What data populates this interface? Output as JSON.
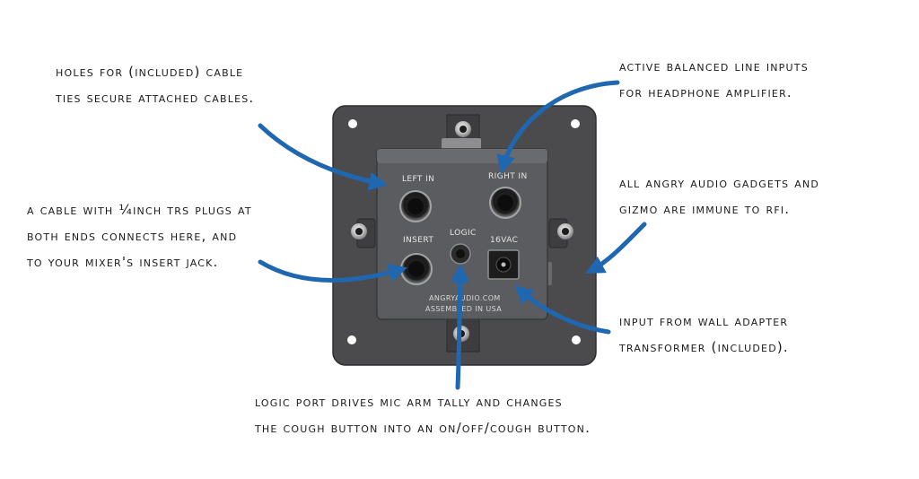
{
  "annotations": {
    "cable_ties": [
      "HOLES FOR (INCLUDED) CABLE",
      "TIES SECURE ATTACHED CABLES."
    ],
    "line_inputs": [
      "ACTIVE BALANCED LINE INPUTS",
      "FOR HEADPHONE AMPLIFIER."
    ],
    "rfi": [
      "ALL ANGRY AUDIO GADGETS AND",
      "GIZMO ARE IMMUNE TO RFI."
    ],
    "insert_cable": [
      "A CABLE WITH ¼INCH TRS PLUGS AT",
      "BOTH ENDS CONNECTS HERE, AND",
      "TO YOUR MIXER'S INSERT JACK."
    ],
    "wall_adapter": [
      "INPUT FROM WALL ADAPTER",
      "TRANSFORMER (INCLUDED)."
    ],
    "logic_port": [
      "LOGIC PORT DRIVES MIC ARM TALLY AND CHANGES",
      "THE COUGH BUTTON INTO AN ON/OFF/COUGH BUTTON."
    ]
  },
  "panel_labels": {
    "left_in": "LEFT IN",
    "right_in": "RIGHT IN",
    "insert": "INSERT",
    "logic": "LOGIC",
    "power": "16VAC",
    "maker_line1": "ANGRYAUDIO.COM",
    "maker_line2": "ASSEMBLED IN USA"
  },
  "colors": {
    "arrow": "#1f67b0",
    "plate": "#4b4b4d",
    "module": "#5b5c5f",
    "text": "#1a1a1a"
  }
}
